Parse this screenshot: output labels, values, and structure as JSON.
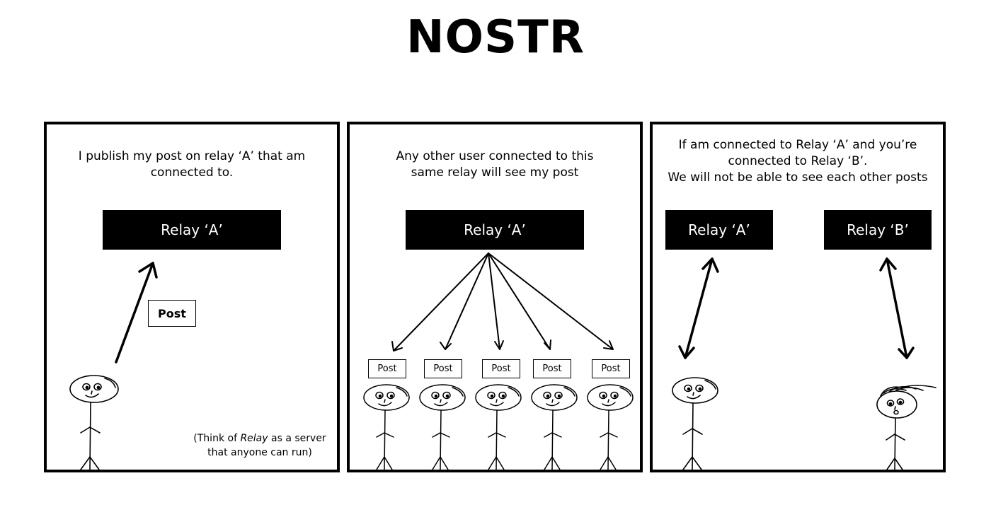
{
  "title": "NOSTR",
  "panel1": {
    "caption_line1": "I publish my post on relay ‘A’ that am",
    "caption_line2": "connected to.",
    "relay_label": "Relay ‘A’",
    "post_label": "Post",
    "note_pre": "(Think of ",
    "note_em": "Relay",
    "note_post": " as a server that anyone can run)"
  },
  "panel2": {
    "caption_line1": "Any other user connected to this",
    "caption_line2": "same relay will see my post",
    "relay_label": "Relay ‘A’",
    "post_labels": [
      "Post",
      "Post",
      "Post",
      "Post",
      "Post"
    ]
  },
  "panel3": {
    "caption_line1": "If am connected to Relay ‘A’ and you’re",
    "caption_line2": "connected to Relay ‘B’.",
    "caption_line3": "We will not be able to see each other posts",
    "relay_a_label": "Relay ‘A’",
    "relay_b_label": "Relay ‘B’"
  }
}
